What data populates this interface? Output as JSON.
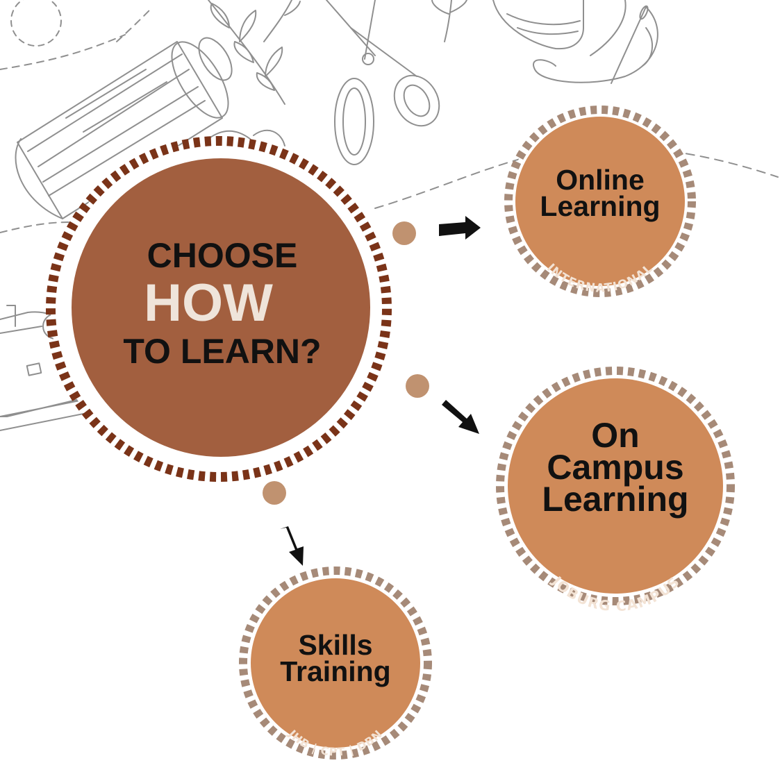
{
  "main": {
    "line1": "CHOOSE",
    "line2": "HOW",
    "line3": "TO LEARN?"
  },
  "options": [
    {
      "title_lines": [
        "Online",
        "Learning"
      ],
      "subtitle": "INTERNATIONAL"
    },
    {
      "title_lines": [
        "On",
        "Campus",
        "Learning"
      ],
      "subtitle": "JOBURG CAMPUS"
    },
    {
      "title_lines": [
        "Skills",
        "Training"
      ],
      "subtitle": "JHB | CPT | DBN"
    }
  ],
  "colors": {
    "main_fill": "#a25f3f",
    "main_ring": "#7a3318",
    "option_fill": "#cf8a59",
    "option_ring": "#a68a78",
    "connector_dot": "#c09270",
    "arrow": "#111111",
    "highlight_text": "#efe4da",
    "sketch": "#8f8f8f"
  },
  "icons": [
    "thread-spool-icon",
    "leaf-branch-icon",
    "scissors-icon",
    "needle-thread-icon",
    "sewing-machine-icon",
    "dashed-path-icon",
    "arrow-icon",
    "dot-icon"
  ]
}
